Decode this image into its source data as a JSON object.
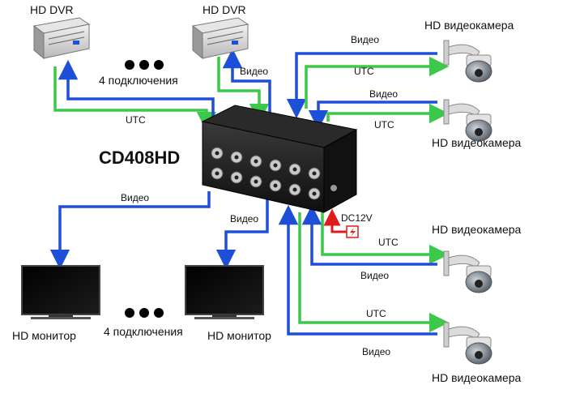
{
  "dvr_label": "HD DVR",
  "camera_label": "HD видеокамера",
  "monitor_label": "HD монитор",
  "connections_label": "4 подключения",
  "model_label": "CD408HD",
  "video_label": "Видео",
  "utc_label": "UTC",
  "power_label": "DC12V",
  "colors": {
    "video_line": "#1e4fd8",
    "utc_line": "#3cc84a",
    "power_line": "#e01b1b",
    "device_body": "#1a1a1a"
  },
  "icons": [
    "dvr-icon",
    "camera-icon",
    "monitor-icon",
    "ellipsis-icon",
    "video-splitter-icon",
    "power-icon"
  ]
}
